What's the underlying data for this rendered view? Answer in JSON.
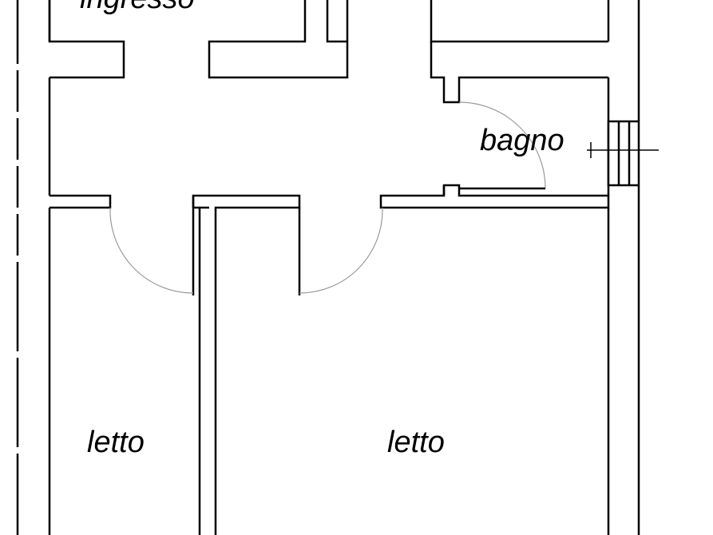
{
  "plan": {
    "rooms": {
      "ingresso": "ingresso",
      "bagno": "bagno",
      "letto_left": "letto",
      "letto_right": "letto"
    }
  }
}
